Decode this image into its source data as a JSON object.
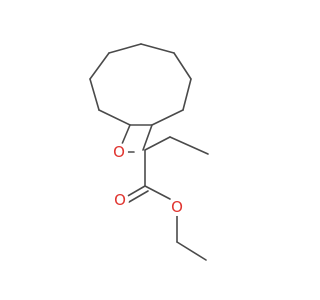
{
  "molecule": {
    "atom_labels": {
      "epoxide_oxygen": "O",
      "carbonyl_oxygen": "O",
      "ester_oxygen": "O"
    },
    "colors": {
      "bond": "#4a4a4a",
      "oxygen": "#e0342f"
    }
  }
}
